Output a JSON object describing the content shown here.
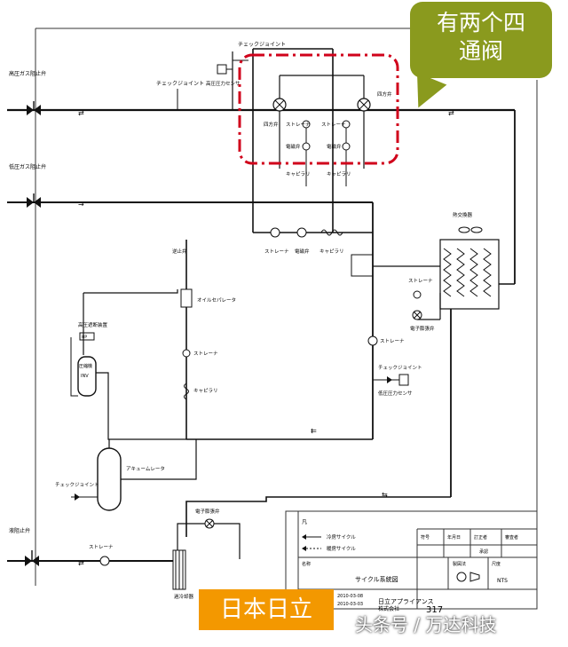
{
  "callout": {
    "line1": "有两个四",
    "line2": "通阀"
  },
  "brand_label": "日本日立",
  "watermark": "头条号 / 万达科技",
  "labels": {
    "check_joint": "チェックジョイント",
    "hp_sensor": "高圧圧力センサ",
    "hp_gas_valve": "高圧ガス阻止弁",
    "lp_gas_valve": "低圧ガス阻止弁",
    "liquid_valve": "液阻止弁",
    "four_way": "四方弁",
    "strainer": "ストレーナ",
    "solenoid": "電磁弁",
    "capillary": "キャピラリ",
    "heat_exchanger": "熱交換器",
    "ev": "電子膨張弁",
    "oil_sep": "オイルセパレータ",
    "hp_switch": "高圧遮断装置",
    "compressor": "圧縮機",
    "accumulator": "アキュームレータ",
    "lp_sensor": "低圧圧力センサ",
    "subcooler": "過冷却器",
    "check_valve": "逆止弁",
    "hps": "HP",
    "inv": "INV"
  },
  "legend": {
    "label": "凡",
    "cool": "冷房サイクル",
    "heat": "暖房サイクル"
  },
  "titleblock": {
    "name_header": "名称",
    "drawing_name": "サイクル系統図",
    "company": "日立アプライアンス",
    "company2": "株式会社",
    "date1": "2010-03-08",
    "date2": "2010-03-03",
    "num_partial": "317",
    "scale_header": "尺度",
    "scale": "NTS",
    "third_angle": "製図法",
    "cols": [
      "符号",
      "年月日",
      "訂正者",
      "審査者"
    ],
    "row2": "承認"
  },
  "colors": {
    "pipe": "#111111",
    "highlight": "#d0021b",
    "callout": "#8a9a1e",
    "brand": "#f39800"
  }
}
